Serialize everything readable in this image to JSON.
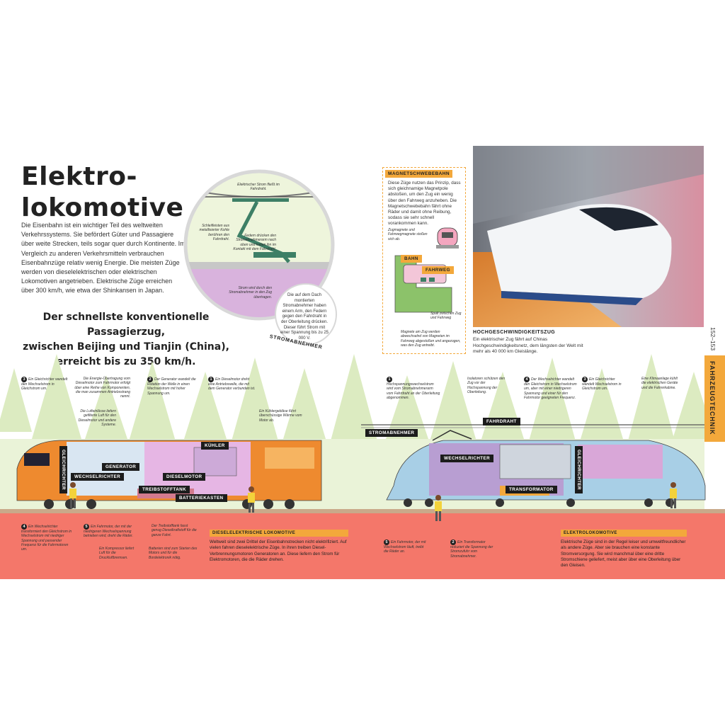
{
  "title": {
    "line1": "Elektro-",
    "line2": "lokomotive"
  },
  "intro": "Die Eisenbahn ist ein wichtiger Teil des weltweiten Verkehrssystems. Sie befördert Güter und Passagiere über weite Strecken, teils sogar quer durch Kontinente. Im Vergleich zu anderen Verkehrsmitteln verbrauchen Eisenbahnzüge relativ wenig Energie. Die meisten Züge werden von dieselelektrischen oder elektrischen Lokomotiven angetrieben. Elektrische Züge erreichen über 300 km/h, wie etwa der Shinkansen in Japan.",
  "fact": {
    "line1": "Der schnellste konventionelle Passagierzug,",
    "line2": "zwischen Beijing und Tianjin (China),",
    "line3": "erreicht bis zu 350 km/h."
  },
  "pantograph": {
    "label": "STROMABNEHMER",
    "note_current": "Elektrischer Strom fließt im Fahrdraht.",
    "note_strips": "Schleifleisten aus metallisierter Kohle berühren den Fahrdraht.",
    "note_springs": "Federn drücken den Stromabnehmerarm nach oben und halten ihn im Kontakt mit dem Fahrdraht.",
    "note_transfer": "Strom wird durch den Stromabnehmer in den Zug übertragen.",
    "bubble": "Die auf dem Dach montierten Stromabnehmer haben einem Arm, den Federn gegen den Fahrdraht in der Oberleitung drücken. Dieser führt Strom mit einer Spannung bis zu 25 000 V."
  },
  "maglev": {
    "title": "MAGNETSCHWEBEBAHN",
    "text": "Diese Züge nutzen das Prinzip, dass sich gleichnamige Magnetpole abstoßen, um den Zug ein wenig über den Fahrweg anzuheben. Die Magnetschwebebahn fährt ohne Räder und damit ohne Reibung, sodass sie sehr schnell vorankommen kann.",
    "note_magnets": "Zugmagnete und Fahrwegmagnete stoßen sich ab.",
    "label_bahn": "BAHN",
    "label_fahrweg": "FAHRWEG",
    "note_gap": "Spalt zwischen Zug und Fahrweg",
    "note_arm": "Magnete am Zug werden abwechselnd von Magneten im Fahrweg abgestoßen und angezogen, was den Zug antreibt."
  },
  "speed_train": {
    "title": "HOCHGESCHWINDIGKEITSZUG",
    "text": "Ein elektrischer Zug fährt auf Chinas Hochgeschwindigkeitsnetz, dem längsten der Welt mit mehr als 40 000 km Gleislänge."
  },
  "page_numbers": "152–153",
  "side_tab": "FAHRZEUGTECHNIK",
  "diesel": {
    "labels": {
      "gleichrichter": "GLEICHRICHTER",
      "generator": "GENERATOR",
      "kuehler": "KÜHLER",
      "wechselrichter": "WECHSELRICHTER",
      "dieselmotor": "DIESELMOTOR",
      "treibstofftank": "TREIBSTOFFTANK",
      "batteriekasten": "BATTERIEKASTEN"
    },
    "callouts": {
      "c3": {
        "num": "3",
        "text": "Ein Gleichrichter wandelt den Wechselstrom in Gleichstrom um."
      },
      "energy": "Die Energie-Übertragung vom Dieselmotor zum Fahrmotor erfolgt über eine Reihe von Komponenten, die man zusammen Antriebsstrang nennt.",
      "c2": {
        "num": "2",
        "text": "Der Generator wandelt die Rotation der Welle in einen Wechselstrom mit hoher Spannung um."
      },
      "c1": {
        "num": "1",
        "text": "Ein Dieselmotor dreht eine Antriebswelle, die mit dem Generator verbunden ist."
      },
      "filter": "Die Lufteinlässe liefern gefilterte Luft für den Dieselmotor und andere Systeme.",
      "cooler": "Ein Kühlergebläse führt überschüssige Wärme vom Motor ab.",
      "c4": {
        "num": "4",
        "text": "Ein Wechselrichter transformiert den Gleichstrom in Wechselstrom mit niedriger Spannung und passender Frequenz für die Fahrmotoren um."
      },
      "c5": {
        "num": "5",
        "text": "Ein Fahrmotor, der mit der niedrigeren Wechselspannung betrieben wird, dreht die Räder."
      },
      "compressor": "Ein Kompressor liefert Luft für die Druckluftbremsen.",
      "tank": "Der Treibstofftank fasst genug Dieselkraftstoff für die ganze Fahrt.",
      "batteries": "Batterien sind zum Starten des Motors und für die Bordelektronik nötig."
    },
    "section_title": "DIESELELEKTRISCHE LOKOMOTIVE",
    "section_text": "Weltweit sind zwei Drittel der Eisenbahnstrecken nicht elektrifiziert. Auf vielen fahren dieselelektrische Züge. In ihren treiben Diesel-Verbrennungsmotoren Generatoren an. Diese liefern den Strom für Elektromotoren, die die Räder drehen."
  },
  "electric": {
    "labels": {
      "stromabnehmer": "STROMABNEHMER",
      "fahrdraht": "FAHRDRAHT",
      "wechselrichter": "WECHSELRICHTER",
      "gleichrichter": "GLEICHRICHTER",
      "transformator": "TRANSFORMATOR"
    },
    "callouts": {
      "c1": {
        "num": "1",
        "text": "Hochspannungswechselstrom wird vom Stromabnehmerarm vom Fahrdraht an der Oberleitung abgenommen."
      },
      "isolators": "Isolatoren schützen den Zug vor der Hochspannung der Oberleitung.",
      "c4": {
        "num": "4",
        "text": "Der Wechselrichter wandelt den Gleichstrom in Wechselstrom um, aber mit einer niedrigeren Spannung und einer für den Fahrmotor geeigneten Frequenz."
      },
      "c3": {
        "num": "3",
        "text": "Ein Gleichrichter wandelt Wechselstrom in Gleichstrom um."
      },
      "ac": "Eine Klimaanlage kühlt die elektrischen Geräte und die Fahrerkabine.",
      "c5": {
        "num": "5",
        "text": "Ein Fahrmotor, der mit Wechselstrom läuft, treibt die Räder an."
      },
      "c2": {
        "num": "2",
        "text": "Ein Transformator reduziert die Spannung der Stromzufuhr vom Stromabnehmer."
      }
    },
    "section_title": "ELEKTROLOKOMOTIVE",
    "section_text": "Elektrische Züge sind in der Regel leiser und umweltfreundlicher als andere Züge. Aber sie brauchen eine konstante Stromversorgung. Sie wird manchmal über eine dritte Stromschiene geliefert, meist aber über eine Oberleitung über den Gleisen."
  },
  "colors": {
    "accent": "#f3a83b",
    "ground": "#f4776a",
    "trees": "#d6e8b5",
    "blue_train": "#a8cfe6",
    "orange_train": "#ee8a2f"
  }
}
